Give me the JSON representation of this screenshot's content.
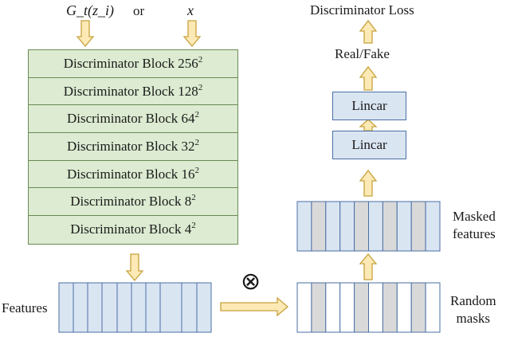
{
  "generator_label": "G_t(z_i)",
  "or_label": "or",
  "x_label": "x",
  "blocks": [
    {
      "name": "Discriminator Block",
      "res": "256"
    },
    {
      "name": "Discriminator Block",
      "res": "128"
    },
    {
      "name": "Discriminator Block",
      "res": "64"
    },
    {
      "name": "Discriminator Block",
      "res": "32"
    },
    {
      "name": "Discriminator Block",
      "res": "16"
    },
    {
      "name": "Discriminator Block",
      "res": "8"
    },
    {
      "name": "Discriminator Block",
      "res": "4"
    }
  ],
  "block_exponent": "2",
  "features_label": "Features",
  "multiply_symbol": "⊗",
  "random_masks_label": {
    "line1": "Random",
    "line2": "masks"
  },
  "masked_features_label": {
    "line1": "Masked",
    "line2": "features"
  },
  "linear_labels": [
    "Lincar",
    "Lincar"
  ],
  "real_fake_label": "Real/Fake",
  "loss_label": "Discriminator Loss",
  "colors": {
    "block_fill": "#dcebd1",
    "block_border": "#6a8a56",
    "arrow_fill": "#fce9b5",
    "arrow_stroke": "#c7a23c",
    "feature_fill": "#dae5f2",
    "feature_border": "#4a6fa5",
    "mask_gray": "#d9d9d9"
  }
}
